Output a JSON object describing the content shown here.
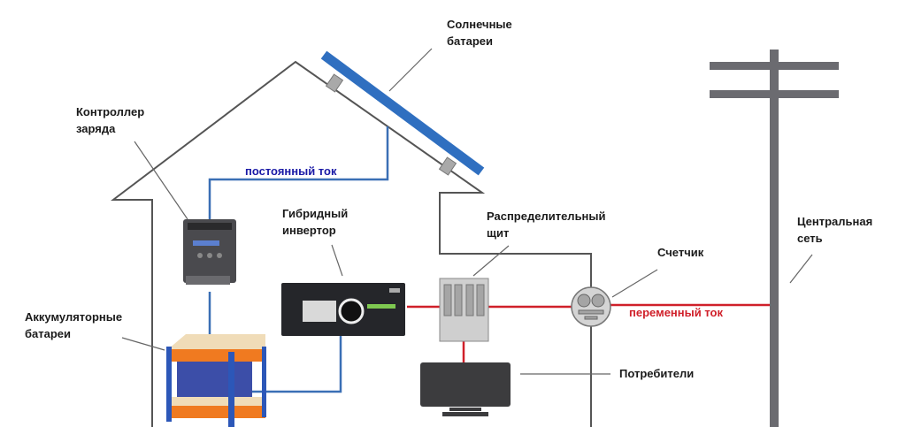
{
  "diagram": {
    "title": "",
    "colors": {
      "house_outline": "#555555",
      "dc_line": "#3a6fb5",
      "ac_line": "#d0202a",
      "solar_panel": "#2f6fc0",
      "pole": "#6b6b70",
      "neutral_line": "#555555"
    },
    "labels": {
      "solar_panels": [
        "Солнечные",
        "батареи"
      ],
      "charge_controller": [
        "Контроллер",
        "заряда"
      ],
      "hybrid_inverter": [
        "Гибридный",
        "инвертор"
      ],
      "distribution_board": [
        "Распределительный",
        "щит"
      ],
      "meter": [
        "Счетчик"
      ],
      "central_grid": [
        "Центральная",
        "сеть"
      ],
      "batteries": [
        "Аккумуляторные",
        "батареи"
      ],
      "consumers": [
        "Потребители"
      ],
      "dc_current": "постоянный ток",
      "ac_current": "переменный ток"
    },
    "components": [
      {
        "id": "solar-panels",
        "icon": "solar-panel-icon"
      },
      {
        "id": "charge-controller",
        "icon": "charge-controller-icon"
      },
      {
        "id": "hybrid-inverter",
        "icon": "inverter-icon"
      },
      {
        "id": "batteries",
        "icon": "battery-rack-icon"
      },
      {
        "id": "distribution-board",
        "icon": "breaker-panel-icon"
      },
      {
        "id": "meter",
        "icon": "electric-meter-icon"
      },
      {
        "id": "consumers",
        "icon": "tv-monitor-icon"
      },
      {
        "id": "central-grid",
        "icon": "power-pole-icon"
      }
    ]
  }
}
